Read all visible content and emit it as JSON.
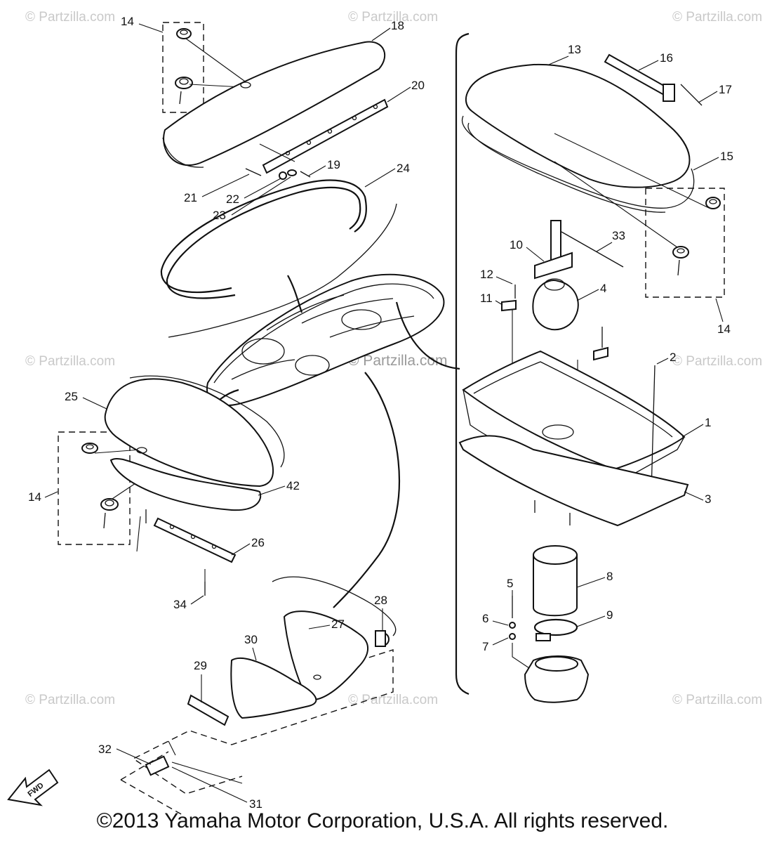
{
  "watermark": "© Partzilla.com",
  "copyright": "©2013 Yamaha Motor Corporation, U.S.A. All rights reserved.",
  "fwd_label": "FWD",
  "callouts": {
    "c1": "1",
    "c2": "2",
    "c3": "3",
    "c4": "4",
    "c5": "5",
    "c6": "6",
    "c7": "7",
    "c8": "8",
    "c9": "9",
    "c10": "10",
    "c11": "11",
    "c12": "12",
    "c13": "13",
    "c14": "14",
    "c15": "15",
    "c16": "16",
    "c17": "17",
    "c18": "18",
    "c19": "19",
    "c20": "20",
    "c21": "21",
    "c22": "22",
    "c23": "23",
    "c24": "24",
    "c25": "25",
    "c26": "26",
    "c27": "27",
    "c28": "28",
    "c29": "29",
    "c30": "30",
    "c31": "31",
    "c32": "32",
    "c33": "33",
    "c34": "34",
    "c42": "42"
  }
}
